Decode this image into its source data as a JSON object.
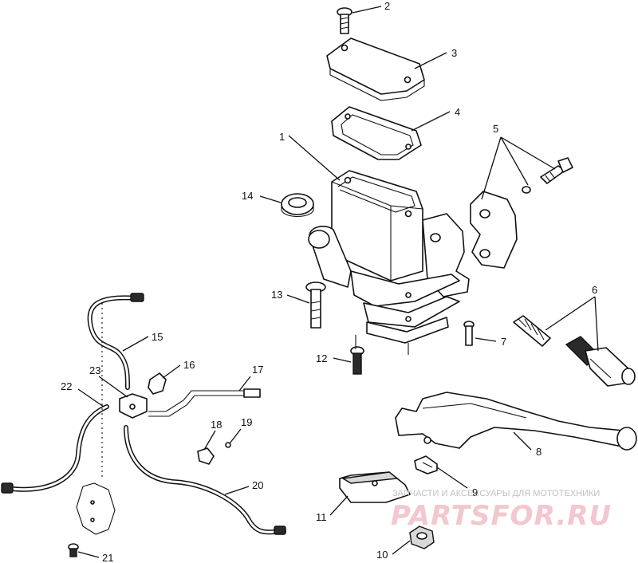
{
  "diagram": {
    "callouts": [
      "1",
      "2",
      "3",
      "4",
      "5",
      "6",
      "7",
      "8",
      "9",
      "10",
      "11",
      "12",
      "13",
      "14",
      "15",
      "16",
      "17",
      "18",
      "19",
      "20",
      "21",
      "22",
      "23"
    ]
  },
  "watermark": {
    "tagline": "ЗАПЧАСТИ И АКСЕССУАРЫ ДЛЯ МОТОТЕХНИКИ",
    "logo": "PARTSFOR.RU",
    "color": "#f2c7cd"
  }
}
